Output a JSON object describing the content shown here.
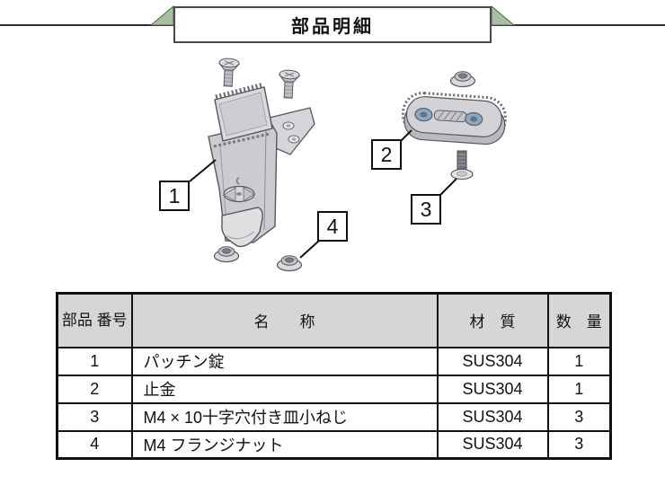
{
  "banner": {
    "title": "部品明細",
    "ribbon_color": "#a9bfa3",
    "border_color": "#4a4a4a",
    "rule_color": "#2e2e2e"
  },
  "diagram": {
    "callouts": [
      {
        "label": "1"
      },
      {
        "label": "2"
      },
      {
        "label": "3"
      },
      {
        "label": "4"
      }
    ]
  },
  "table": {
    "header_bg": "#d6d6d6",
    "columns": [
      "部品\n番号",
      "名　　称",
      "材　質",
      "数　量"
    ],
    "rows": [
      {
        "no": "1",
        "name": "パッチン錠",
        "material": "SUS304",
        "qty": "1"
      },
      {
        "no": "2",
        "name": "止金",
        "material": "SUS304",
        "qty": "1"
      },
      {
        "no": "3",
        "name": "M4 × 10十字穴付き皿小ねじ",
        "material": "SUS304",
        "qty": "3"
      },
      {
        "no": "4",
        "name": "M4 フランジナット",
        "material": "SUS304",
        "qty": "3"
      }
    ]
  }
}
